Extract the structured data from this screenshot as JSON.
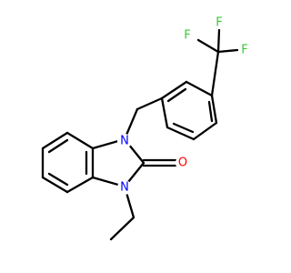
{
  "molecule": {
    "atoms": {
      "n1": "N",
      "n2": "N",
      "o": "O",
      "f1": "F",
      "f2": "F",
      "f3": "F"
    }
  },
  "colors": {
    "carbon": "#000000",
    "nitrogen": "#0000ff",
    "oxygen": "#ff0000",
    "fluorine": "#33cc33",
    "background": "#ffffff"
  }
}
